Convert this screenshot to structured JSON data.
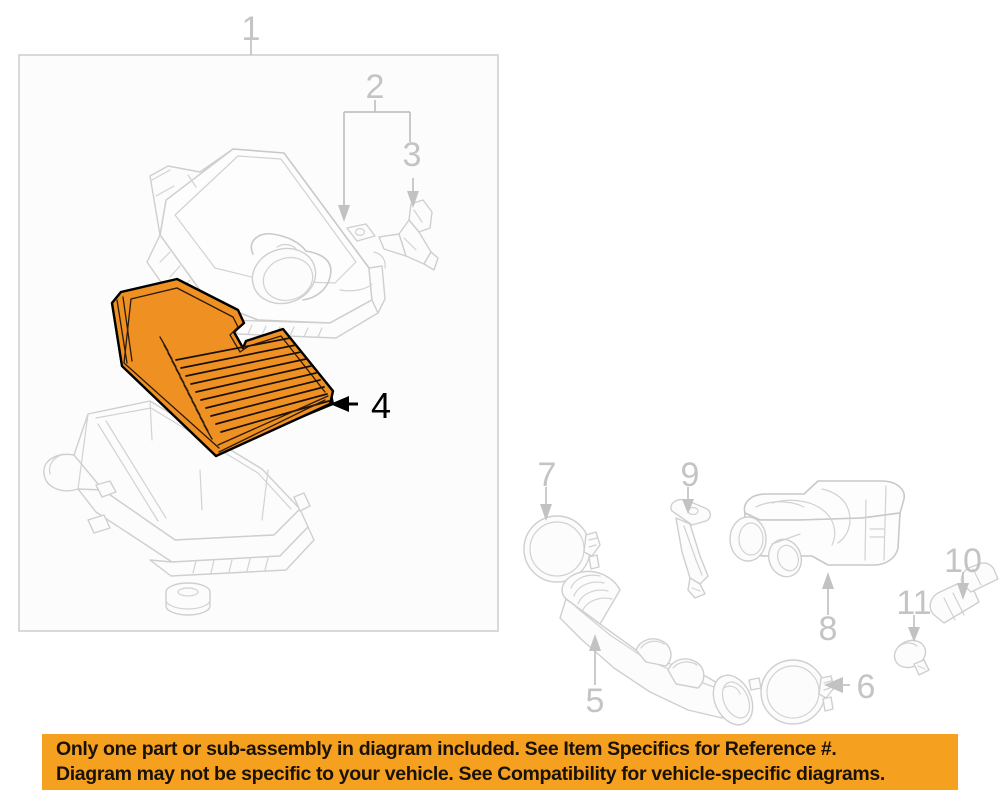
{
  "diagram": {
    "title": "Air cleaner / intake system exploded parts diagram",
    "background_color": "#ffffff",
    "line_color": "#c9c9c9",
    "highlight_color": "#ef9022",
    "highlight_outline_color": "#000000",
    "group_box": {
      "label": "1",
      "name": "air-cleaner-assembly-group"
    },
    "callouts": [
      {
        "number": "1",
        "part": "air-cleaner-assembly-group-box",
        "highlighted": false
      },
      {
        "number": "2",
        "part": "air-cleaner-cap-upper-housing",
        "highlighted": false
      },
      {
        "number": "3",
        "part": "mass-air-flow-sensor",
        "highlighted": false
      },
      {
        "number": "4",
        "part": "air-filter-element",
        "highlighted": true
      },
      {
        "number": "5",
        "part": "air-intake-hose",
        "highlighted": false
      },
      {
        "number": "6",
        "part": "hose-clamp-lower",
        "highlighted": false
      },
      {
        "number": "7",
        "part": "hose-clamp-upper",
        "highlighted": false
      },
      {
        "number": "8",
        "part": "air-resonator-box",
        "highlighted": false
      },
      {
        "number": "9",
        "part": "mounting-bracket",
        "highlighted": false
      },
      {
        "number": "10",
        "part": "vent-connector",
        "highlighted": false
      },
      {
        "number": "11",
        "part": "grommet-plug",
        "highlighted": false
      }
    ]
  },
  "notice": {
    "line1": "Only one part or sub-assembly in diagram included. See Item Specifics for Reference #.",
    "line2": "Diagram may not be specific to your vehicle. See Compatibility for vehicle-specific diagrams.",
    "background_color": "#f5a01e",
    "text_color": "#1a1208"
  }
}
